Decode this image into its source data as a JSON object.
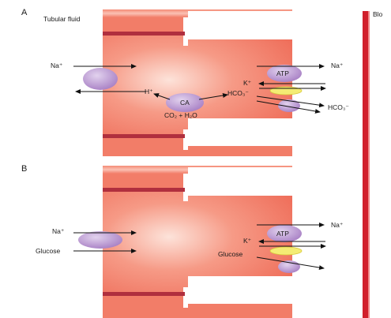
{
  "panels": {
    "a": {
      "letter": "A",
      "tubular_fluid": "Tubular fluid",
      "blood": "Blo",
      "na_in": "Na⁺",
      "h_plus": "H⁺",
      "ca": "CA",
      "hco3_cell": "HCO₃⁻",
      "co2_h2o": "CO₂ + H₂O",
      "atp": "ATP",
      "na_out": "Na⁺",
      "k_plus": "K⁺",
      "hco3_out": "HCO₃⁻"
    },
    "b": {
      "letter": "B",
      "na_in": "Na⁺",
      "glucose_in": "Glucose",
      "atp": "ATP",
      "na_out": "Na⁺",
      "k_plus": "K⁺",
      "glucose_out": "Glucose"
    }
  },
  "colors": {
    "cell": "#f27d68",
    "cell_light": "#fbd0c4",
    "junction": "#b02f3e",
    "vessel": "#d1202c",
    "transporter": "#b894d0",
    "k_channel": "#f4ec74"
  }
}
